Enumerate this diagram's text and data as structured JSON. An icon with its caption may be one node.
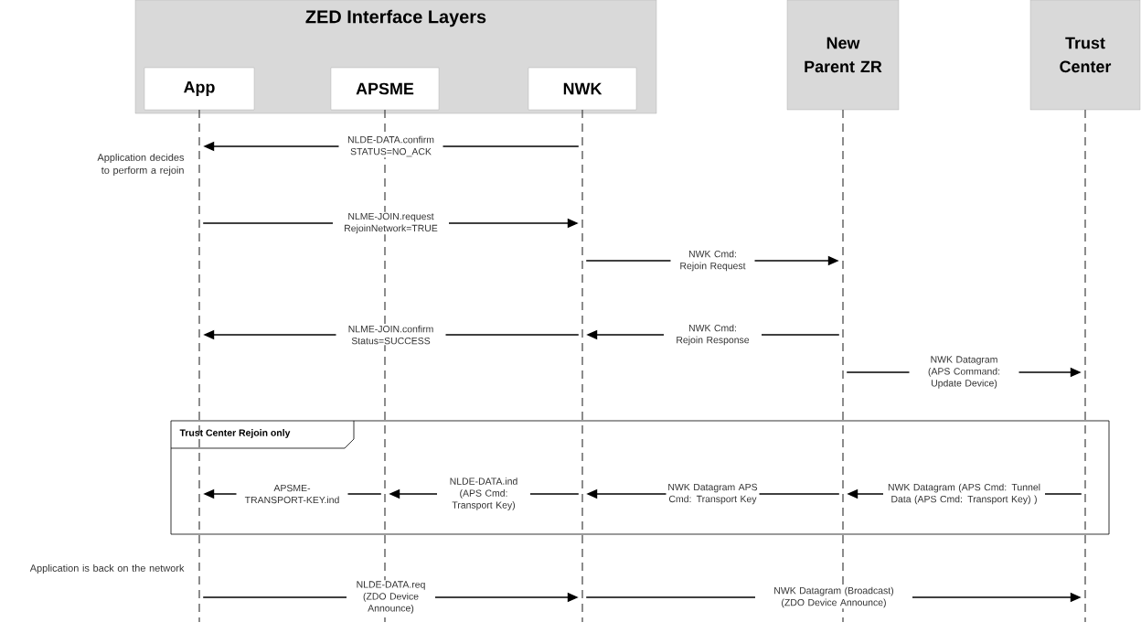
{
  "diagram": {
    "nodes": [
      {
        "text": [
          "ZED Interface Layers"
        ]
      },
      {
        "text": [
          "App"
        ],
        "in": 0
      },
      {
        "text": [
          "APSME"
        ],
        "in": 0
      },
      {
        "text": [
          "NWK"
        ],
        "in": 0
      },
      {
        "text": [
          "New Parent ZR"
        ]
      },
      {
        "text": [
          "Trust Center"
        ]
      },
      {
        "text": [],
        "shape": "line"
      },
      {
        "text": [],
        "shape": "line"
      },
      {
        "text": [],
        "shape": "line"
      },
      {
        "text": [],
        "shape": "line"
      },
      {
        "text": [],
        "shape": "line"
      },
      {
        "text": [
          "Trust Center Rejoin only"
        ]
      }
    ],
    "edges": [
      {
        "from": 8,
        "to": 6,
        "arrow": "to",
        "label": "NLDE-DATA.confirm STATUS=NO_ACK"
      },
      {
        "from": 6,
        "to": 8,
        "arrow": "to",
        "label": "NLME-JOIN.request RejoinNetwork=TRUE"
      },
      {
        "from": 8,
        "to": 9,
        "arrow": "to",
        "label": "NWK Cmd: Rejoin Request"
      },
      {
        "from": 9,
        "to": 8,
        "arrow": "to",
        "label": "NWK Cmd: Rejoin Response"
      },
      {
        "from": 8,
        "to": 6,
        "arrow": "to",
        "label": "NLME-JOIN.confirm Status=SUCCESS"
      },
      {
        "from": 9,
        "to": 10,
        "arrow": "to",
        "label": "NWK Datagram (APS Command: Update Device)"
      },
      {
        "from": 10,
        "to": 9,
        "arrow": "to",
        "label": "NWK Datagram (APS Cmd: Tunnel Data (APS Cmd: Transport Key) )"
      },
      {
        "from": 9,
        "to": 8,
        "arrow": "to",
        "label": "NWK Datagram APS Cmd: Transport Key"
      },
      {
        "from": 8,
        "to": 7,
        "arrow": "to",
        "label": "NLDE-DATA.ind (APS Cmd: Transport Key)"
      },
      {
        "from": 7,
        "to": 6,
        "arrow": "to",
        "label": "APSME-TRANSPORT-KEY.ind"
      },
      {
        "from": 6,
        "to": 8,
        "arrow": "to",
        "label": "NLDE-DATA.req (ZDO Device Announce)"
      },
      {
        "from": 8,
        "to": 10,
        "arrow": "to",
        "label": "NWK Datagram (Broadcast) (ZDO Device Announce)"
      }
    ],
    "labels": [
      "Application decides to perform a rejoin",
      "Application is back on the network"
    ]
  }
}
